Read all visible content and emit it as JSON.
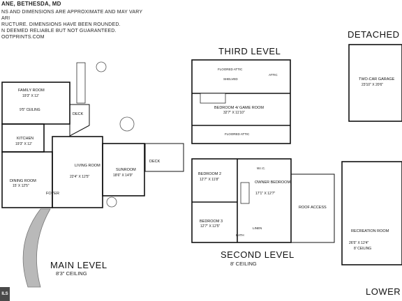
{
  "header": {
    "address": "ANE, BETHESDA, MD",
    "disclaimer_1": "NS AND DIMENSIONS ARE APPROXIMATE AND MAY VARY",
    "disclaimer_2": "RUCTURE. DIMENSIONS HAVE BEEN ROUNDED.",
    "disclaimer_3": "N DEEMED RELIABLE BUT NOT GUARANTEED.",
    "website": "OOTPRINTS.COM",
    "credit": "ARI"
  },
  "levels": {
    "main": {
      "title": "MAIN LEVEL",
      "subtitle": "8'3\" CEILING"
    },
    "second": {
      "title": "SECOND LEVEL",
      "subtitle": "8' CEILING"
    },
    "third": {
      "title": "THIRD LEVEL"
    },
    "garage": {
      "title": "DETACHED GA"
    },
    "lower": {
      "title": "LOWER LE"
    }
  },
  "rooms": {
    "family": {
      "name": "FAMILY ROOM",
      "dim": "19'3\" X 12'",
      "note": "9'5\" CEILING"
    },
    "kitchen": {
      "name": "KITCHEN",
      "dim": "19'3\" X 12'"
    },
    "dining": {
      "name": "DINING ROOM",
      "dim": "15' X 12'5\""
    },
    "foyer": {
      "name": "FOYER"
    },
    "living": {
      "name": "LIVING ROOM",
      "dim": "22'4\" X 12'5\""
    },
    "sunroom": {
      "name": "SUNROOM",
      "dim": "18'6\" X 14'9\""
    },
    "deck_main": {
      "name": "DECK"
    },
    "deck_side": {
      "name": "DECK"
    },
    "bed4": {
      "name": "BEDROOM 4/ GAME ROOM",
      "dim": "32'7\" X 11'10\""
    },
    "floored_attic_top": {
      "name": "FLOORED ATTIC"
    },
    "floored_attic_bottom": {
      "name": "FLOORED ATTIC"
    },
    "attic": {
      "name": "ATTIC"
    },
    "shelved": {
      "name": "SHELVED"
    },
    "bed2": {
      "name": "BEDROOM 2",
      "dim": "12'7\" X 11'8\""
    },
    "bed3": {
      "name": "BEDROOM 3",
      "dim": "12'7\" X 12'5\""
    },
    "owner": {
      "name": "OWNER BEDROOM",
      "dim": "17'1\" X 12'7\""
    },
    "roof_access": {
      "name": "ROOF ACCESS"
    },
    "wic": {
      "name": "W.I.C."
    },
    "bath": {
      "name": "BATH"
    },
    "linen": {
      "name": "LINEN"
    },
    "garage": {
      "name": "TWO-CAR GARAGE",
      "dim": "23'10\" X 20'6\""
    },
    "recreation": {
      "name": "RECREATION ROOM",
      "dim": "26'5\" X 12'4\"",
      "note": "8' CEILING"
    }
  },
  "badge": {
    "text": "ILS"
  }
}
